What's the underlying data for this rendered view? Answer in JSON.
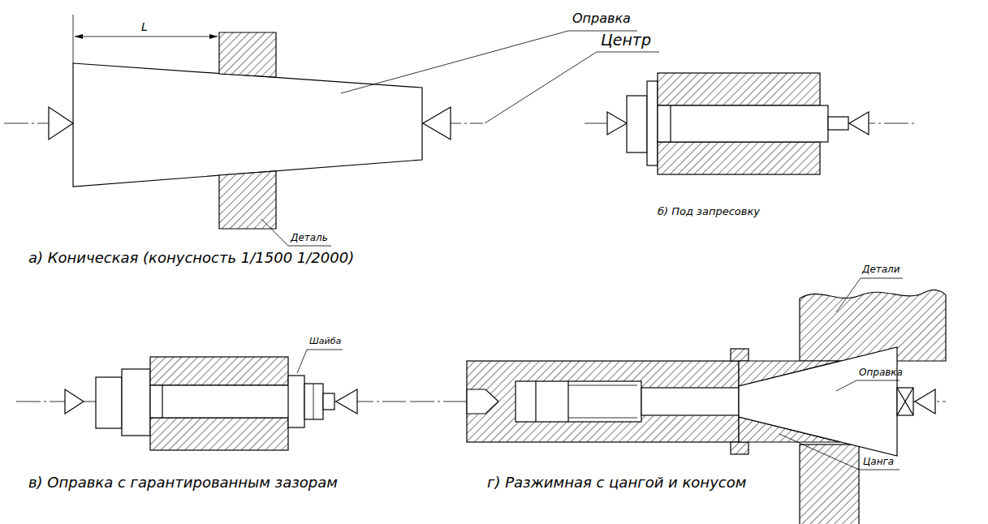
{
  "diagram": {
    "labels": [
      "Оправка",
      "L",
      "Центр",
      "Деталь",
      "а) Коническая (конусность 1/1500 1/2000)",
      "б) Под запресовку",
      "Шайба",
      "в) Оправка с гарантированным зазорам",
      "Детали",
      "Оправка",
      "Цанга",
      "г) Разжимная с цангой и конусом"
    ]
  }
}
